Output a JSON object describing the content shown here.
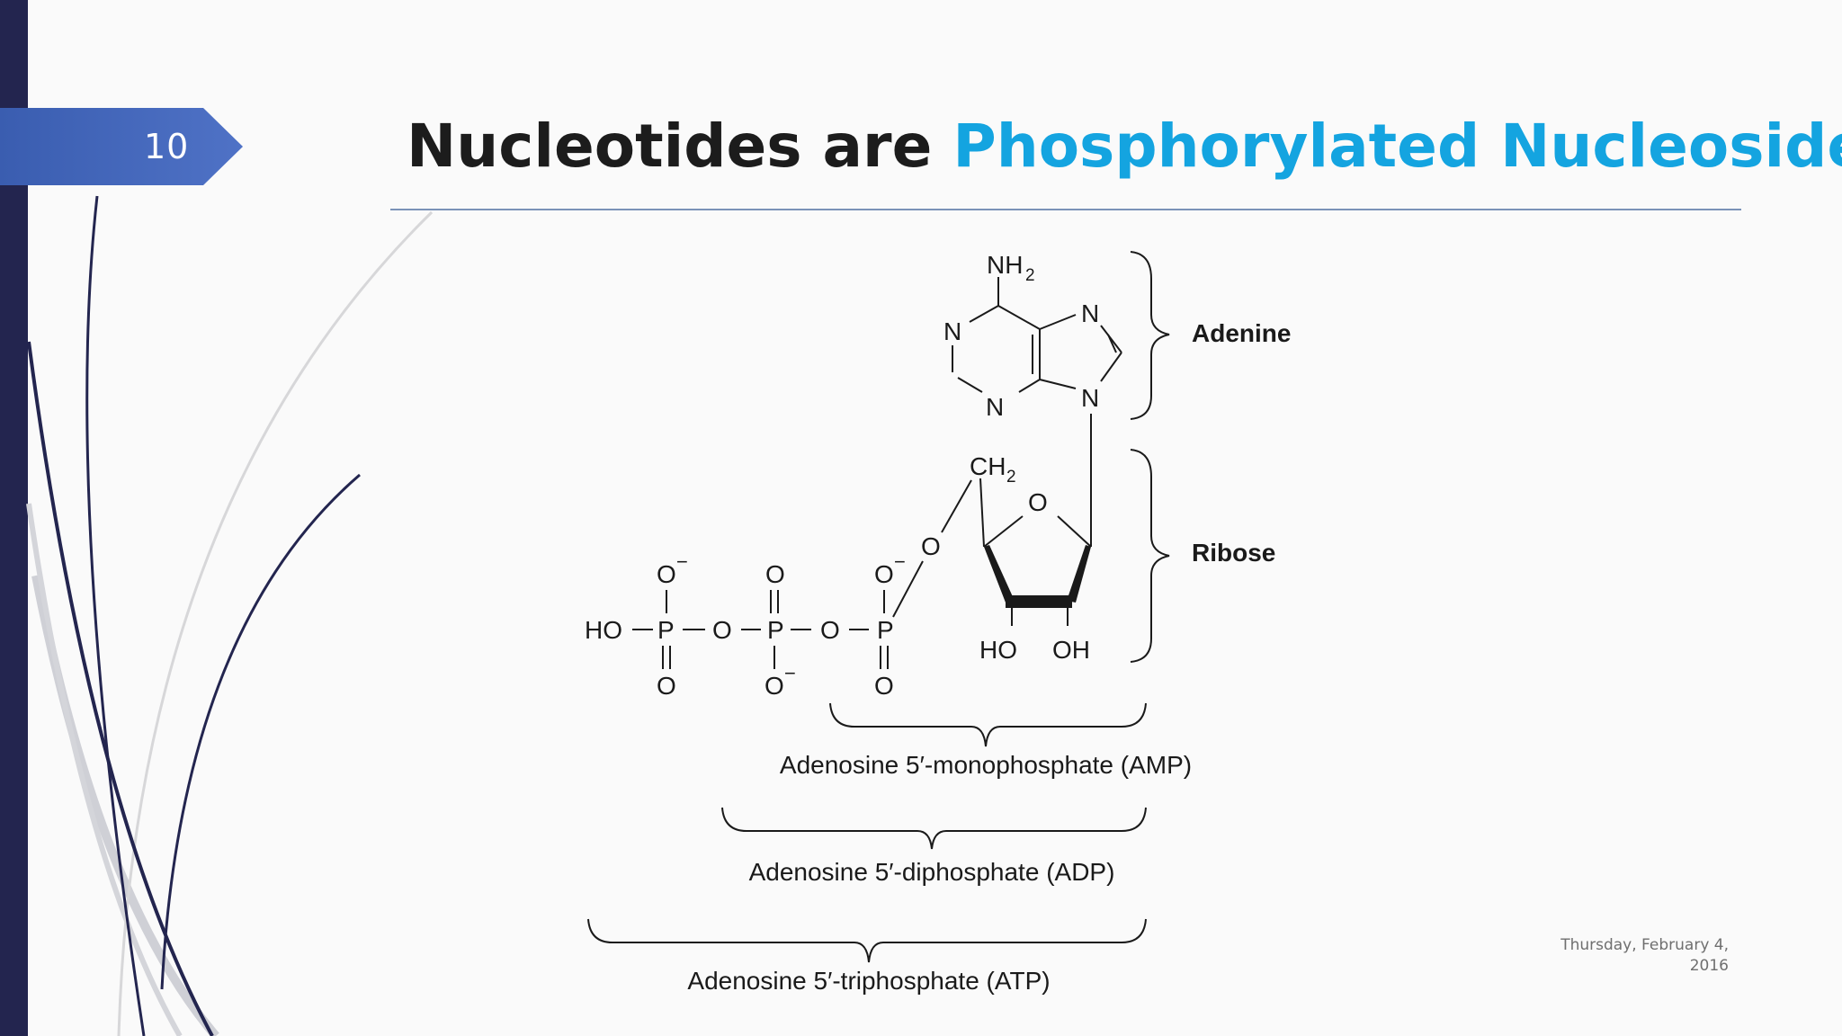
{
  "slide": {
    "number": "10",
    "title_part1": "Nucleotides are ",
    "title_part2": "Phosphorylated Nucleosides",
    "date": "Thursday, February 4, 2016"
  },
  "colors": {
    "left_bar": "#23254f",
    "number_tab": "#4a6bc0",
    "title_dark": "#1c1c1c",
    "title_accent": "#14a4e0",
    "rule": "#7b93b8"
  },
  "diagram": {
    "atoms": {
      "nh2": "NH",
      "nh2_sub": "2",
      "n1": "N",
      "n3": "N",
      "n7": "N",
      "n9": "N",
      "ch2": "CH",
      "ch2_sub": "2",
      "ring_o": "O",
      "o5": "O",
      "ho_ribose": "HO",
      "oh_ribose": "OH",
      "ho_phos": "HO",
      "p1": "P",
      "p2": "P",
      "p3": "P",
      "o_bridge1": "O",
      "o_bridge2": "O",
      "o_top1": "O",
      "o_top2": "O",
      "o_top3": "O",
      "o_bottom1": "O",
      "o_bottom2": "O",
      "o_bottom3": "O",
      "minus": "−"
    },
    "labels": {
      "adenine": "Adenine",
      "ribose": "Ribose",
      "amp": "Adenosine 5′-monophosphate (AMP)",
      "adp": "Adenosine 5′-diphosphate (ADP)",
      "atp": "Adenosine 5′-triphosphate (ATP)"
    }
  }
}
